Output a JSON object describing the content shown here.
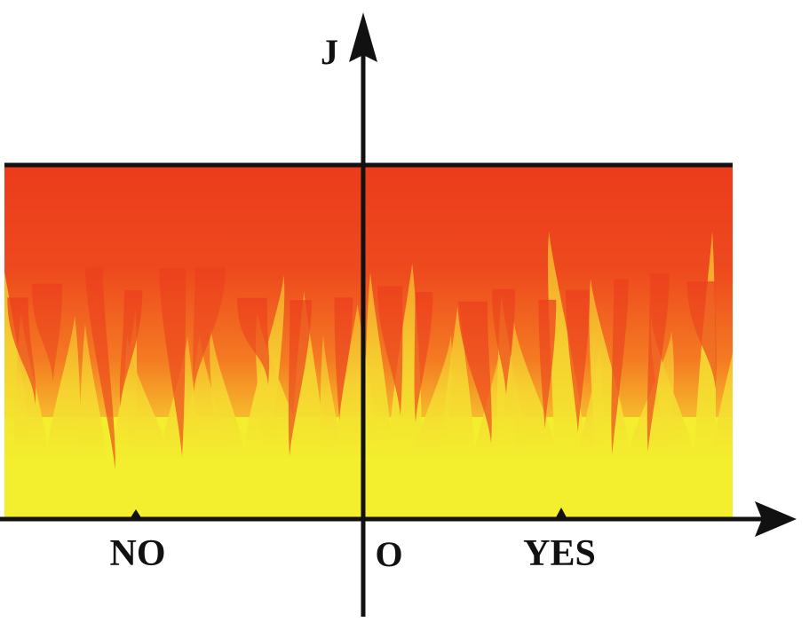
{
  "diagram": {
    "y_axis_label": "J",
    "origin_label": "O",
    "x_tick_labels": [
      "NO",
      "YES"
    ]
  },
  "colors": {
    "fire_red": "#ec3b1c",
    "fire_orange": "#f4711f",
    "fire_yellow": "#f3ed2d",
    "axis": "#111111"
  }
}
